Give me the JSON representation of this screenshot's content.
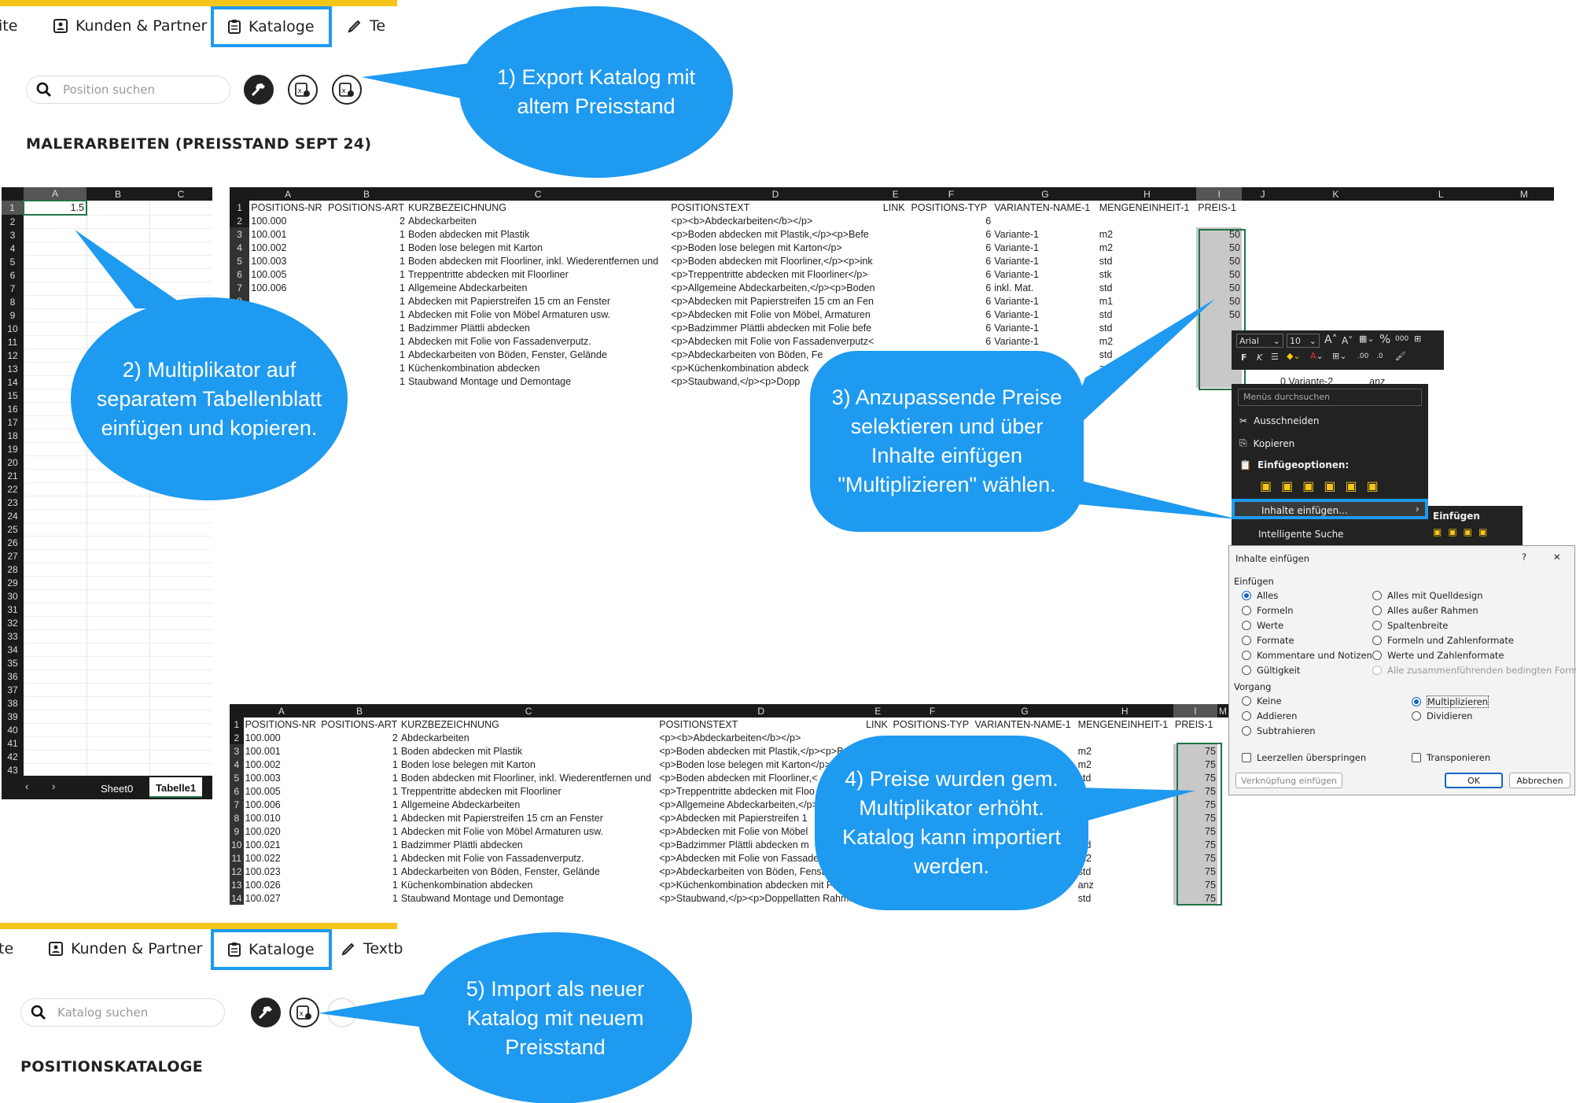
{
  "app_top": {
    "tab_partial_left": "ite",
    "tab_partners": "Kunden & Partner",
    "tab_catalogs": "Kataloge",
    "tab_partial_right": "Te",
    "search_placeholder": "Position suchen",
    "section_title": "MALERARBEITEN (PREISSTAND SEPT 24)"
  },
  "app_bottom": {
    "tab_partial_left": "te",
    "tab_partners": "Kunden & Partner",
    "tab_catalogs": "Kataloge",
    "tab_partial_right": "Textb",
    "search_placeholder": "Katalog suchen",
    "section_title": "POSITIONSKATALOGE"
  },
  "bubbles": {
    "b1": "1) Export Katalog mit altem Preisstand",
    "b2": "2) Multiplikator auf separatem Tabellenblatt einfügen und kopieren.",
    "b3": "3) Anzupassende Preise selektieren und über Inhalte einfügen \"Multiplizieren\" wählen.",
    "b4": "4) Preise wurden gem. Multiplikator erhöht. Katalog kann importiert werden.",
    "b5": "5) Import als neuer Katalog mit neuem Preisstand"
  },
  "sheet_small": {
    "cols": [
      "A",
      "B",
      "C"
    ],
    "a1_value": "1.5",
    "tabs": [
      "Sheet0",
      "Tabelle1"
    ]
  },
  "sheet_top": {
    "cols": [
      "A",
      "B",
      "C",
      "D",
      "E",
      "F",
      "G",
      "H",
      "I",
      "J",
      "K",
      "L",
      "M"
    ],
    "header": [
      "POSITIONS-NR",
      "POSITIONS-ART",
      "KURZBEZEICHNUNG",
      "POSITIONSTEXT",
      "LINK",
      "POSITIONS-TYP",
      "VARIANTEN-NAME-1",
      "MENGENEINHEIT-1",
      "PREIS-1"
    ],
    "rows": [
      [
        "100.000",
        "2",
        "Abdeckarbeiten",
        "<p><b>Abdeckarbeiten</b></p>",
        "",
        "6",
        "",
        "",
        ""
      ],
      [
        "100.001",
        "1",
        "Boden abdecken mit Plastik",
        "<p>Boden abdecken mit Plastik,</p><p>Befe",
        "",
        "6",
        "Variante-1",
        "m2",
        "50"
      ],
      [
        "100.002",
        "1",
        "Boden lose belegen mit Karton",
        "<p>Boden lose belegen mit Karton</p>",
        "",
        "6",
        "Variante-1",
        "m2",
        "50"
      ],
      [
        "100.003",
        "1",
        "Boden abdecken mit Floorliner, inkl. Wiederentfernen und",
        "<p>Boden abdecken mit Floorliner,</p><p>ink",
        "",
        "6",
        "Variante-1",
        "std",
        "50"
      ],
      [
        "100.005",
        "1",
        "Treppentritte abdecken mit Floorliner",
        "<p>Treppentritte abdecken mit Floorliner</p>",
        "",
        "6",
        "Variante-1",
        "stk",
        "50"
      ],
      [
        "100.006",
        "1",
        "Allgemeine Abdeckarbeiten",
        "<p>Allgemeine Abdeckarbeiten,</p><p>Boden",
        "",
        "6",
        "inkl. Mat.",
        "std",
        "50"
      ],
      [
        "",
        "1",
        "Abdecken mit Papierstreifen 15 cm an Fenster",
        "<p>Abdecken mit Papierstreifen 15 cm an Fen",
        "",
        "6",
        "Variante-1",
        "m1",
        "50"
      ],
      [
        "",
        "1",
        "Abdecken mit Folie von Möbel Armaturen usw.",
        "<p>Abdecken mit Folie von Möbel, Armaturen",
        "",
        "6",
        "Variante-1",
        "std",
        "50"
      ],
      [
        "",
        "1",
        "Badzimmer Plättli abdecken",
        "<p>Badzimmer Plättli abdecken mit Folie befe",
        "",
        "6",
        "Variante-1",
        "std",
        ""
      ],
      [
        "",
        "1",
        "Abdecken mit Folie von Fassadenverputz.",
        "<p>Abdecken mit Folie von Fassadenverputz<",
        "",
        "6",
        "Variante-1",
        "m2",
        ""
      ],
      [
        "",
        "1",
        "Abdeckarbeiten von Böden, Fenster, Gelände",
        "<p>Abdeckarbeiten von Böden, Fe",
        "",
        "",
        "",
        "std",
        ""
      ],
      [
        "",
        "1",
        "Küchenkombination abdecken",
        "<p>Küchenkombination abdeck",
        "",
        "",
        "",
        "anz",
        ""
      ],
      [
        "",
        "1",
        "Staubwand Montage und Demontage",
        "<p>Staubwand,</p><p>Dopp",
        "",
        "",
        "",
        "",
        ""
      ]
    ],
    "partial_row_15": [
      "0 Variante-2",
      "anz"
    ]
  },
  "sheet_bottom": {
    "cols": [
      "A",
      "B",
      "C",
      "D",
      "E",
      "F",
      "G",
      "H",
      "I",
      "M"
    ],
    "header": [
      "POSITIONS-NR",
      "POSITIONS-ART",
      "KURZBEZEICHNUNG",
      "POSITIONSTEXT",
      "LINK",
      "POSITIONS-TYP",
      "VARIANTEN-NAME-1",
      "MENGENEINHEIT-1",
      "PREIS-1"
    ],
    "rows": [
      [
        "100.000",
        "2",
        "Abdeckarbeiten",
        "<p><b>Abdeckarbeiten</b></p>",
        "",
        "",
        "",
        "",
        ""
      ],
      [
        "100.001",
        "1",
        "Boden abdecken mit Plastik",
        "<p>Boden abdecken mit Plastik,</p><p>B",
        "",
        "",
        "",
        "m2",
        "75"
      ],
      [
        "100.002",
        "1",
        "Boden lose belegen mit Karton",
        "<p>Boden lose belegen mit Karton</p>",
        "",
        "",
        "",
        "m2",
        "75"
      ],
      [
        "100.003",
        "1",
        "Boden abdecken mit Floorliner, inkl. Wiederentfernen und",
        "<p>Boden abdecken mit Floorliner,<",
        "",
        "",
        "",
        "std",
        "75"
      ],
      [
        "100.005",
        "1",
        "Treppentritte abdecken mit Floorliner",
        "<p>Treppentritte abdecken mit Floo",
        "",
        "",
        "",
        "",
        "75"
      ],
      [
        "100.006",
        "1",
        "Allgemeine Abdeckarbeiten",
        "<p>Allgemeine Abdeckarbeiten,</p>",
        "",
        "",
        "",
        "",
        "75"
      ],
      [
        "100.010",
        "1",
        "Abdecken mit Papierstreifen 15 cm an Fenster",
        "<p>Abdecken mit Papierstreifen 1",
        "",
        "",
        "",
        "",
        "75"
      ],
      [
        "100.020",
        "1",
        "Abdecken mit Folie von Möbel Armaturen usw.",
        "<p>Abdecken mit Folie von Möbel",
        "",
        "",
        "",
        "",
        "75"
      ],
      [
        "100.021",
        "1",
        "Badzimmer Plättli abdecken",
        "<p>Badzimmer Plättli abdecken m",
        "",
        "",
        "",
        "std",
        "75"
      ],
      [
        "100.022",
        "1",
        "Abdecken mit Folie von Fassadenverputz.",
        "<p>Abdecken mit Folie von Fassade",
        "",
        "",
        "",
        "m2",
        "75"
      ],
      [
        "100.023",
        "1",
        "Abdeckarbeiten von Böden, Fenster, Gelände",
        "<p>Abdeckarbeiten von Böden, Fenst",
        "",
        "",
        "",
        "std",
        "75"
      ],
      [
        "100.026",
        "1",
        "Küchenkombination abdecken",
        "<p>Küchenkombination abdecken mit Fo",
        "",
        "",
        "",
        "anz",
        "75"
      ],
      [
        "100.027",
        "1",
        "Staubwand Montage und Demontage",
        "<p>Staubwand,</p><p>Doppellatten Rahmen",
        "",
        "",
        "",
        "std",
        "75"
      ]
    ]
  },
  "format_bar": {
    "font": "Arial",
    "size": "10"
  },
  "context_menu": {
    "search": "Menüs durchsuchen",
    "cut": "Ausschneiden",
    "copy": "Kopieren",
    "paste_options": "Einfügeoptionen:",
    "paste_special": "Inhalte einfügen...",
    "smart_lookup": "Intelligente Suche",
    "submenu_title": "Einfügen"
  },
  "dialog": {
    "title": "Inhalte einfügen",
    "help": "?",
    "close": "✕",
    "group_paste": "Einfügen",
    "paste_left": [
      "Alles",
      "Formeln",
      "Werte",
      "Formate",
      "Kommentare und Notizen",
      "Gültigkeit"
    ],
    "paste_right": [
      "Alles mit Quelldesign",
      "Alles außer Rahmen",
      "Spaltenbreite",
      "Formeln und Zahlenformate",
      "Werte und Zahlenformate",
      "Alle zusammenführenden bedingten Formate"
    ],
    "group_op": "Vorgang",
    "op_left": [
      "Keine",
      "Addieren",
      "Subtrahieren"
    ],
    "op_right": [
      "Multiplizieren",
      "Dividieren"
    ],
    "skip_blanks": "Leerzellen überspringen",
    "transpose": "Transponieren",
    "paste_link": "Verknüpfung einfügen",
    "ok": "OK",
    "cancel": "Abbrechen"
  },
  "colors": {
    "accent": "#1e9af0",
    "yellow": "#f5c518",
    "excel_green": "#217346"
  }
}
